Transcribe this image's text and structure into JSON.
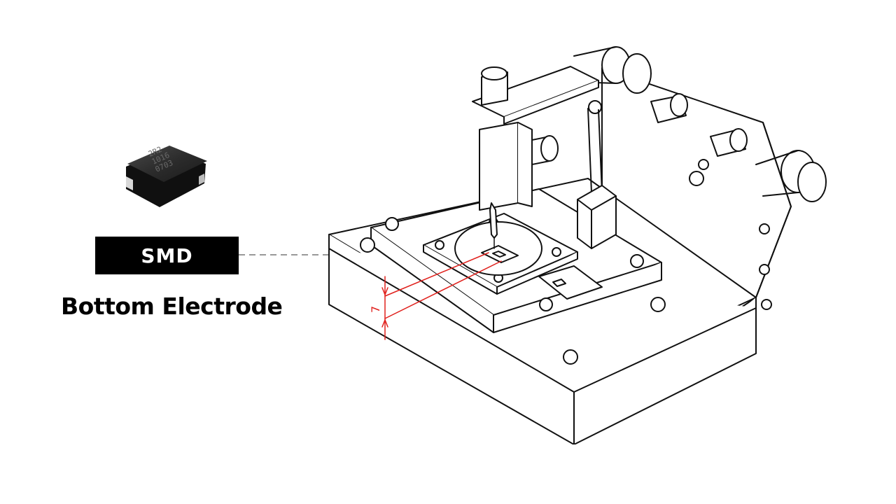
{
  "label": {
    "text": "SMD"
  },
  "caption": {
    "text": "Bottom Electrode"
  },
  "dimension": {
    "text": "7"
  },
  "component_marking": {
    "lines": [
      "2R2",
      "1016",
      "0703"
    ]
  },
  "colors": {
    "label_bg": "#000000",
    "label_fg": "#ffffff",
    "dimension": "#e0201c",
    "leader": "#999999",
    "drawing": "#111111"
  },
  "icons": {
    "component": "smd-inductor-icon"
  }
}
